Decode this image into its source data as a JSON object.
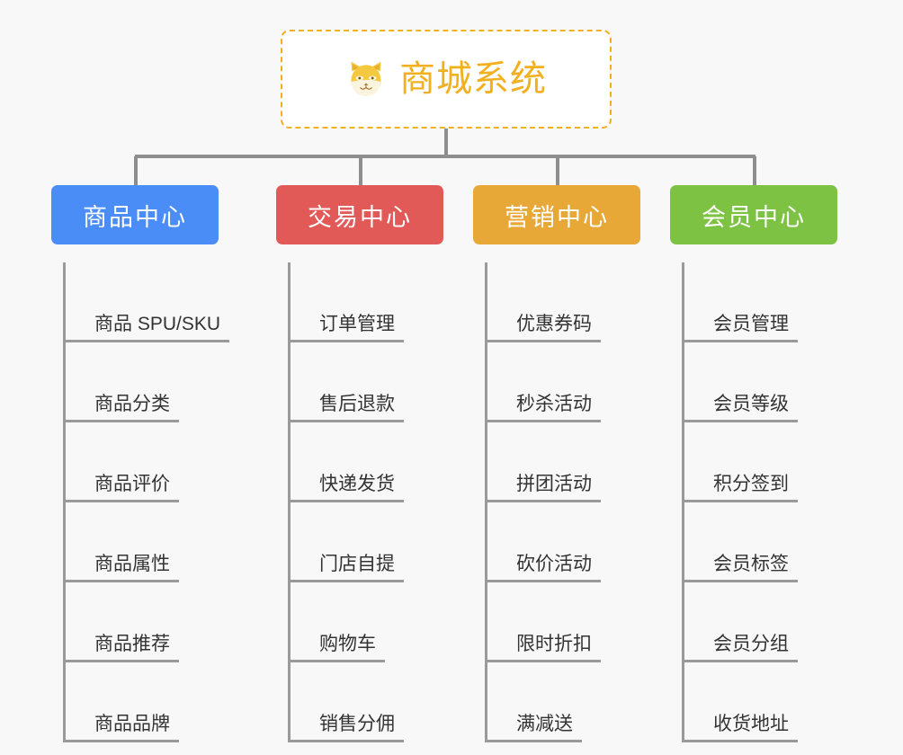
{
  "page": {
    "background": "#f8f8f8",
    "type": "mindmap",
    "connector_color": "#8e8e8e",
    "leaf_rule_color": "#9a9a9a",
    "leaf_text_color": "#333333"
  },
  "root": {
    "title": "商城系统",
    "icon": "shiba-dog-face-icon",
    "border_color": "#f2b01e",
    "text_color": "#f2b01e",
    "background": "#ffffff",
    "border_style": "dashed"
  },
  "branches": [
    {
      "label": "商品中心",
      "color": "#4a8df6",
      "items": [
        "商品 SPU/SKU",
        "商品分类",
        "商品评价",
        "商品属性",
        "商品推荐",
        "商品品牌"
      ]
    },
    {
      "label": "交易中心",
      "color": "#e25a58",
      "items": [
        "订单管理",
        "售后退款",
        "快递发货",
        "门店自提",
        "购物车",
        "销售分佣"
      ]
    },
    {
      "label": "营销中心",
      "color": "#e8a838",
      "items": [
        "优惠券码",
        "秒杀活动",
        "拼团活动",
        "砍价活动",
        "限时折扣",
        "满减送"
      ]
    },
    {
      "label": "会员中心",
      "color": "#7dc243",
      "items": [
        "会员管理",
        "会员等级",
        "积分签到",
        "会员标签",
        "会员分组",
        "收货地址"
      ]
    }
  ]
}
